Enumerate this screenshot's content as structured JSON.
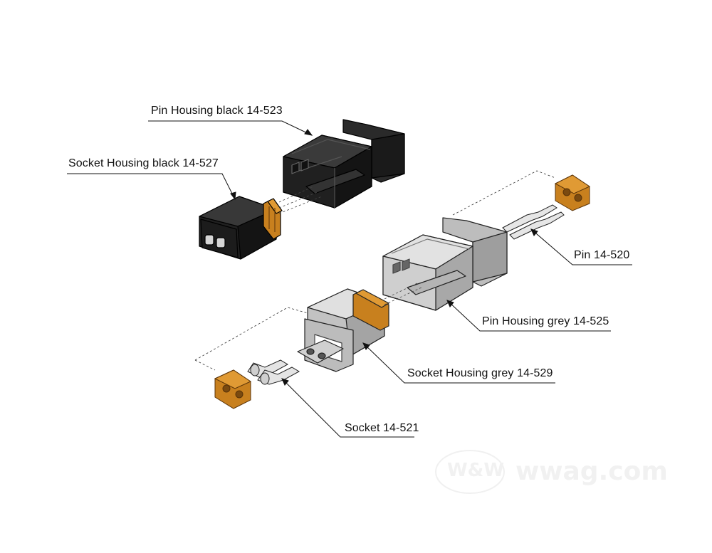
{
  "labels": {
    "pin_housing_black": "Pin Housing black 14-523",
    "socket_housing_black": "Socket Housing black 14-527",
    "pin": "Pin 14-520",
    "pin_housing_grey": "Pin Housing grey 14-525",
    "socket_housing_grey": "Socket Housing grey 14-529",
    "socket": "Socket 14-521"
  },
  "watermark": {
    "logo": "W&W",
    "site": "wwag.com"
  },
  "colors": {
    "black_housing": "#1c1c1c",
    "grey_housing": "#c9c9c9",
    "seal": "#c8801e",
    "line": "#333333"
  }
}
